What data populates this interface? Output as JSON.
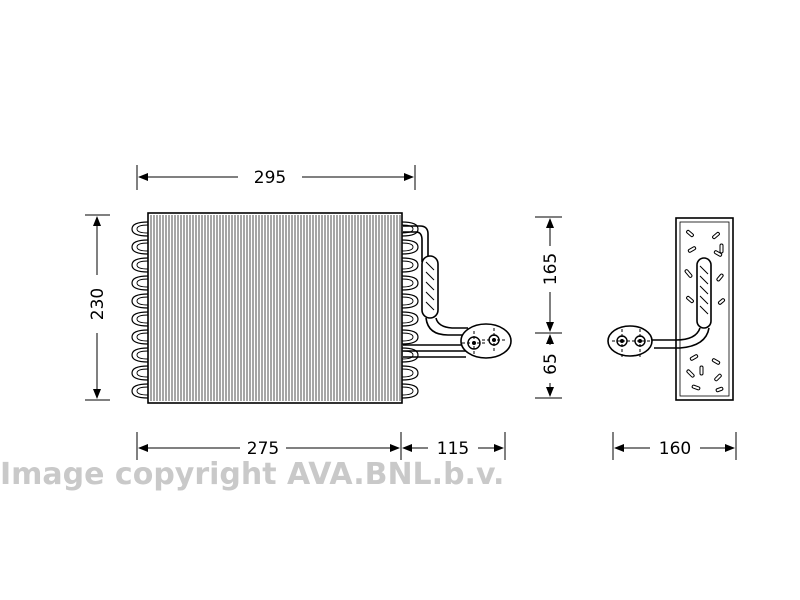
{
  "dimensions": {
    "overall_width": "295",
    "core_width": "275",
    "height": "230",
    "pipe_offset": "115",
    "upper_height": "165",
    "lower_height": "65",
    "depth": "160"
  },
  "watermark": "Image copyright AVA.BNL.b.v."
}
